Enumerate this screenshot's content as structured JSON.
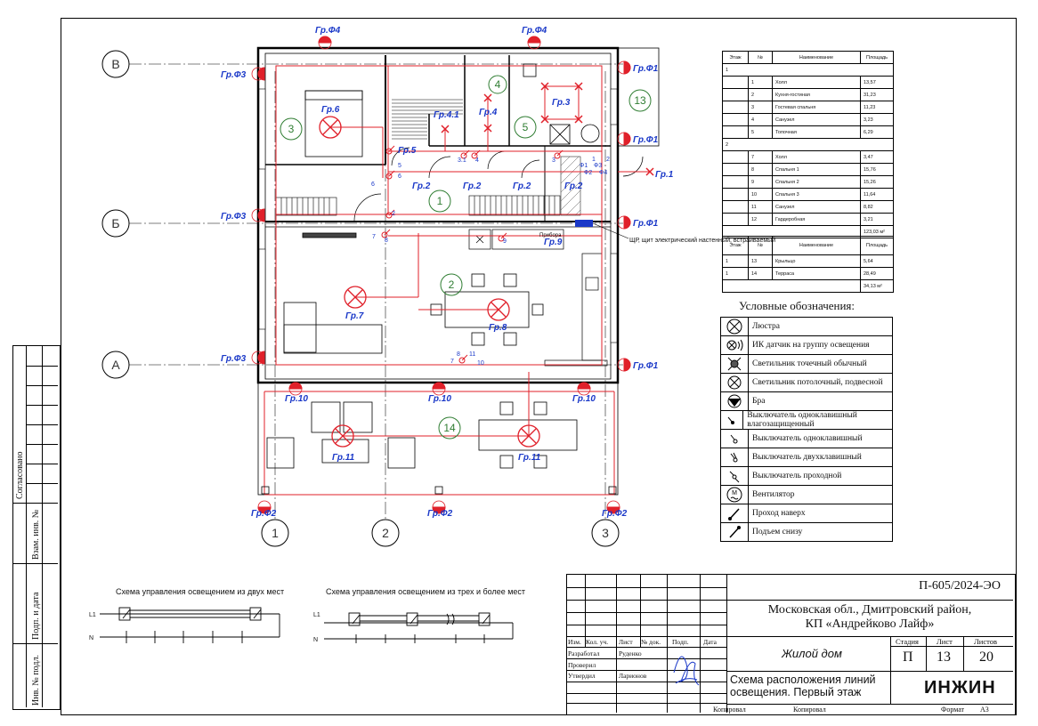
{
  "sheet": {
    "axes_letters": [
      "В",
      "Б",
      "А"
    ],
    "axes_numbers": [
      "1",
      "2",
      "3"
    ],
    "group_labels": {
      "f4": "Гр.Ф4",
      "f3": "Гр.Ф3",
      "f1": "Гр.Ф1",
      "f2": "Гр.Ф2",
      "g10": "Гр.10",
      "g11": "Гр.11",
      "g1": "Гр.1",
      "g2": "Гр.2",
      "g3": "Гр.3",
      "g4": "Гр.4",
      "g41": "Гр.4.1",
      "g5": "Гр.5",
      "g6": "Гр.6",
      "g7": "Гр.7",
      "g8": "Гр.8",
      "g9": "Гр.9"
    },
    "room_numbers": [
      "1",
      "2",
      "3",
      "4",
      "5",
      "13",
      "14"
    ],
    "panel_note": "ЩР, щит электрический настенный, встраиваемый",
    "small_nums": {
      "n1": "1",
      "n2": "2",
      "n3": "3",
      "n4": "4",
      "n5": "5",
      "n6": "6",
      "n7": "7",
      "n8": "8",
      "n9": "9",
      "n10": "10",
      "n11": "11",
      "f1": "Ф1",
      "f2": "Ф2",
      "f3": "Ф3",
      "f4": "Ф4",
      "n31": "3.1",
      "pribor": "Прибора"
    }
  },
  "rooms_table": {
    "headers": [
      "Этаж",
      "№",
      "Наименование",
      "Площадь"
    ],
    "floors": [
      {
        "floor": "1",
        "rows": [
          [
            "1",
            "Холл",
            "13,57"
          ],
          [
            "2",
            "Кухня-гостиная",
            "31,23"
          ],
          [
            "3",
            "Гостевая спальня",
            "11,23"
          ],
          [
            "4",
            "Санузел",
            "3,23"
          ],
          [
            "5",
            "Топочная",
            "6,29"
          ]
        ]
      },
      {
        "floor": "2",
        "rows": [
          [
            "7",
            "Холл",
            "3,47"
          ],
          [
            "8",
            "Спальня 1",
            "15,76"
          ],
          [
            "9",
            "Спальня 2",
            "15,26"
          ],
          [
            "10",
            "Спальня 3",
            "11,64"
          ],
          [
            "11",
            "Санузел",
            "8,82"
          ],
          [
            "12",
            "Гардеробная",
            "3,21"
          ]
        ]
      }
    ],
    "total": "123,03 м²"
  },
  "terrace_table": {
    "headers": [
      "Этаж",
      "№",
      "Наименование",
      "Площадь"
    ],
    "rows": [
      [
        "1",
        "13",
        "Крыльцо",
        "5,64"
      ],
      [
        "1",
        "14",
        "Терраса",
        "28,49"
      ]
    ],
    "total": "34,13 м²"
  },
  "legend": {
    "title": "Условные обозначения:",
    "items": [
      {
        "icon": "chandelier-icon",
        "label": "Люстра"
      },
      {
        "icon": "ir-sensor-icon",
        "label": "ИК датчик на группу освещения"
      },
      {
        "icon": "spot-light-icon",
        "label": "Светильник точечный обычный"
      },
      {
        "icon": "ceiling-light-icon",
        "label": "Светильник потолочный, подвесной"
      },
      {
        "icon": "wall-lamp-icon",
        "label": "Бра"
      },
      {
        "icon": "switch-sealed-icon",
        "label": "Выключатель одноклавишный влагозащищенный"
      },
      {
        "icon": "switch-single-icon",
        "label": "Выключатель одноклавишный"
      },
      {
        "icon": "switch-double-icon",
        "label": "Выключатель двухклавишный"
      },
      {
        "icon": "switch-passthrough-icon",
        "label": "Выключатель проходной"
      },
      {
        "icon": "fan-icon",
        "label": "Вентилятор"
      },
      {
        "icon": "pass-up-icon",
        "label": "Проход наверх"
      },
      {
        "icon": "rise-down-icon",
        "label": "Подъем снизу"
      }
    ]
  },
  "schemes": {
    "two": "Схема управления освещением из двух мест",
    "three": "Схема управления освещением из трех и более мест",
    "l1": "L1",
    "n": "N"
  },
  "left_strip": {
    "agreed": "Согласовано",
    "inv_replaced": "Взам. инв. №",
    "sign_date": "Подп. и дата",
    "inv_orig": "Инв. № подл."
  },
  "stamp": {
    "code": "П-605/2024-ЭО",
    "address_line1": "Московская обл., Дмитровский район,",
    "address_line2": "КП «Андрейково Лайф»",
    "object": "Жилой дом",
    "sheet_title_line1": "Схема расположения линий",
    "sheet_title_line2": "освещения. Первый этаж",
    "col_headers": [
      "Изм.",
      "Кол. уч.",
      "Лист",
      "№ док.",
      "Подп.",
      "Дата"
    ],
    "roles": [
      {
        "role": "Разработал",
        "name": "Руденко"
      },
      {
        "role": "Проверил",
        "name": ""
      },
      {
        "role": "Утвердил",
        "name": "Ларионов"
      }
    ],
    "stage_label": "Стадия",
    "sheet_label": "Лист",
    "sheets_label": "Листов",
    "stage": "П",
    "sheet": "13",
    "sheets": "20",
    "logo": "ИНЖИН",
    "copied": "Копировал",
    "format_label": "Формат",
    "format": "А3"
  },
  "colors": {
    "accent_red": "#e0202a",
    "blue_label": "#1a38c8",
    "room_green": "#2f7d32"
  }
}
